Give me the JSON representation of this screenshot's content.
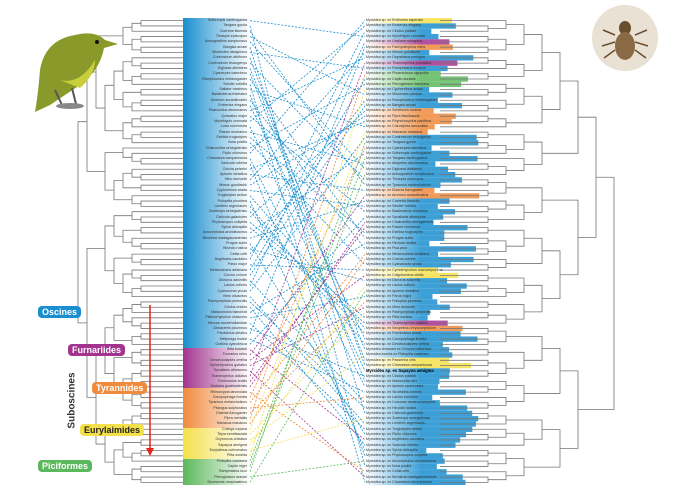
{
  "colors": {
    "b": "#1a8fd0",
    "p": "#a2348f",
    "o": "#f08a3c",
    "y": "#f4e04a",
    "g": "#5cb85c",
    "red": "#e2231a"
  },
  "clades": {
    "oscines": "Oscines",
    "furnariides": "Furnariides",
    "tyrannides": "Tyrannides",
    "eurylaimides": "Eurylaimides",
    "piciformes": "Piciformes",
    "suboscines": "Suboscines"
  },
  "left_species": [
    "Sothreupis xanthogastra",
    "Tangara gyrola",
    "Coereba flaveola",
    "Thraupis episcopus",
    "Anisognathus somptuosus",
    "Bangsia arcaei",
    "Mionectes oleagineus",
    "Conirostrum albifrons",
    "Conirostrum leucogenys",
    "Diglossa albilatera",
    "Cyanerpes caeruleus",
    "Ramphocelus melanogaster",
    "Setofer ruticilla",
    "Saltator maximus",
    "Basileuterus tristriatus",
    "Arremon aurantiirostris",
    "Emberiza elegans",
    "Psarocolius decumanus",
    "Quiscalus major",
    "Myiothlypis coronata",
    "Loxia curvirostra",
    "Passer montanus",
    "Estrilda troglodytes",
    "Ilona pusilla",
    "Chalcomitra senegalensis",
    "Pipilo chlorurus",
    "Chamaeza campanisona",
    "Saxicola rubetra",
    "Chicha pelzelni",
    "Aplonis metallica",
    "Mino dumontii",
    "Mimus gundlachii",
    "Cyphorhinus arada",
    "Troglodytes aedon",
    "Polioptila plumbea",
    "Leiothrix argentauris",
    "Zosterops senegalensis",
    "Cisticola galactotes",
    "Phylloscopus collybita",
    "Sylvia atricapilla",
    "Acrocephalus arundinaceus",
    "Bernieria madagascariensis",
    "Progne subis",
    "Hirundo rustica",
    "Cettia cetti",
    "Aegithalos caudatus",
    "Parus major",
    "Melanocharis arfakiana",
    "Corvus corone",
    "Dicrurus adsimilis",
    "Lanius collurio",
    "Cyanocorax yncas",
    "Vireo olivaceus",
    "Pachycephala pectoralis",
    "Oriolus oriolus",
    "Malaconotus blanchoti",
    "Ptilonorhynchus violaceus",
    "Menura novaehollandiae",
    "Climacteris picumnus",
    "Pardalotus striatus",
    "Meliphaga lewinii",
    "Grallina cyanoleuca",
    "Ifrita kowaldi",
    "Furnarius rufus",
    "Dendrocolaptes certhia",
    "Xiphorhynchus guttatus",
    "Synallaxis albescens",
    "Thamnophilus doliatus",
    "Formicarius analis",
    "Grallaria guatimalensis",
    "Rhinocrypta lanceolata",
    "Conopophaga lineata",
    "Tyrannus melancholicus",
    "Pitangus sulphuratus",
    "Elaenia flavogaster",
    "Pipra mentalis",
    "Manacus manacus",
    "Cotinga cayana",
    "Tityra semifasciata",
    "Oxyruncus cristatus",
    "Sapayoa aenigma",
    "Eurylaimus ochromalus",
    "Pitta sordida",
    "Philepitta castanea",
    "Capito niger",
    "Ramphastos toco",
    "Pteroglossus aracari",
    "Semnornis ramphastinus"
  ],
  "right_species": [
    "Myrsidea sp. ex Emiliornis capensis",
    "Myrsidea sp. ex Emberiza elegans",
    "Myrsidea sp. ex Cinclus pallasii",
    "Myrsidea sp. ex Myiothlypis coronata",
    "Myrsidea sp. ex Grallaria ruficapilla",
    "Myrsidea sp. ex Pachyramphus rufus",
    "Myrsidea sp. ex Mimus gundlachii",
    "Myrsidea sp. ex Diopsittaca pontigua",
    "Myrsidea sp. ex Thamnophilus punctatus",
    "Myrsidea sp. ex Ramphastos tucanus",
    "Myrsidea sp. ex Phoenicircus nigricollis",
    "Myrsidea sp. ex Capito auratus",
    "Myrsidea sp. ex Pteroglossus inscriptus",
    "Myrsidea sp. ex Cyphorhinus arada",
    "Myrsidea sp. ex Mionectes caesius",
    "Myrsidea sp. ex Ramphocelus melanogaster",
    "Myrsidea sp. ex Bangsia arcaei",
    "Myrsidea sp. ex Schiffornis turdina",
    "Myrsidea sp. ex Pipra fasciicauda",
    "Myrsidea sp. ex Rhynchocyclus pacificus",
    "Myrsidea sp. ex Chiroxiphia lanceolata",
    "Myrsidea sp. ex Manacus manacus",
    "Myrsidea sp. ex Conirostrum leucogenys",
    "Myrsidea sp. ex Tangara gyrola",
    "Myrsidea sp. ex Cyanerpes caeruleus",
    "Myrsidea sp. ex Sothreupis xanthogastra",
    "Myrsidea sp. ex Tangara xanthogastra",
    "Myrsidea sp. ex Atlapetes albofrenatus",
    "Myrsidea sp. ex Diglossa albilatera",
    "Myrsidea sp. ex Anisognathus somptuosus",
    "Myrsidea sp. ex Thraupis episcopus",
    "Myrsidea sp. ex Tyrannus melancholicus",
    "Myrsidea sp. ex Elaenia flavogaster",
    "Myrsidea sp. ex Arremon aurantiirostris",
    "Myrsidea sp. ex Coereba flaveola",
    "Myrsidea sp. ex Setofer ruticilla",
    "Myrsidea sp. ex Basileuterus tristriatus",
    "Myrsidea sp. ex Synallaxis albescens",
    "Myrsidea sp. ex Chalcomitra senegalensis",
    "Myrsidea sp. ex Passer montanus",
    "Myrsidea sp. ex Estrilda troglodytes",
    "Myrsidea sp. ex Progne subis",
    "Myrsidea sp. ex Hirundo rustica",
    "Myrsidea sp. ex Pica pica",
    "Myrsidea sp. ex Melanocharis arfakiana",
    "Myrsidea sp. ex Corvus corone",
    "Myrsidea sp. ex Cyanocorax yncas",
    "Myrsidea sp. ex Cymbirhynchus macrorhynchos",
    "Myrsidea sp. ex Calyptomena viridis",
    "Myrsidea sp. ex Dicrurus adsimilis",
    "Myrsidea sp. ex Lanius collurio",
    "Myrsidea sp. ex Aplonis metallica",
    "Myrsidea sp. ex Parus major",
    "Myrsidea sp. ex Polioptila plumbea",
    "Myrsidea sp. ex Mino dumontii",
    "Myrsidea sp. ex Pachycephala pectoralis",
    "Myrsidea sp. ex Pitta sordida",
    "Myrsidea sp. ex Thamnophilus doliatus",
    "Myrsidea sp. ex Neopelma chrysocephalum",
    "Myrsidea sp. ex Formicarius analis",
    "Myrsidea sp. ex Conopophaga lineata",
    "Myrsidea sp. ex Dendrocolaptes certhia",
    "Myrsidea chessani ex Cinnyris batheniae",
    "Myrsidea incerta ex Philepitta castanea",
    "Myrsidea sp. ex Passerina ciris",
    "Myrsidea sp. ex Chamaeza campanisona",
    "Myrsidea sp. ex Sapayoa aenigma",
    "Myrsidea sp. ex Cinclus pallasii",
    "Myrsidea sp. ex Manucodia ater",
    "Myrsidea sp. ex Aplonis cantoroides",
    "Myrsidea sp. ex Struthidea cinerea",
    "Myrsidea sp. ex Lanius excubitor",
    "Myrsidea sp. ex Corcorax melanorhamphos",
    "Myrsidea sp. ex Hirundo rustica",
    "Myrsidea sp. ex Cisticola galactotes",
    "Myrsidea sp. ex Zosterops senegalensis",
    "Myrsidea sp. ex Leiothrix argentauris",
    "Myrsidea sp. ex Troglodytes aedon",
    "Myrsidea sp. ex Pipilo chlorurus",
    "Myrsidea sp. ex Aegithalos caudatus",
    "Myrsidea sp. ex Saxicola rubetra",
    "Myrsidea sp. ex Sylvia atricapilla",
    "Myrsidea sp. ex Phylloscopus collybita",
    "Myrsidea sp. ex Acrocephalus arundinaceus",
    "Myrsidea sp. ex Ilona pusilla",
    "Myrsidea sp. ex Cettia cetti",
    "Myrsidea sp. ex Bernieria madagascariensis",
    "Myrsidea sp. ex Chamaeza campanisona"
  ],
  "right_bar_colors": "ybbbpobbpbgggbbbbooooobbbbbbbbbboobbbbbbbbbbbbbyybbbbbbbbpobbbbbyybbbbbbbbbbbbbbbbbbbbbbp",
  "highlight_species": "Myrsidea sp. ex Sapayoa aenigma"
}
